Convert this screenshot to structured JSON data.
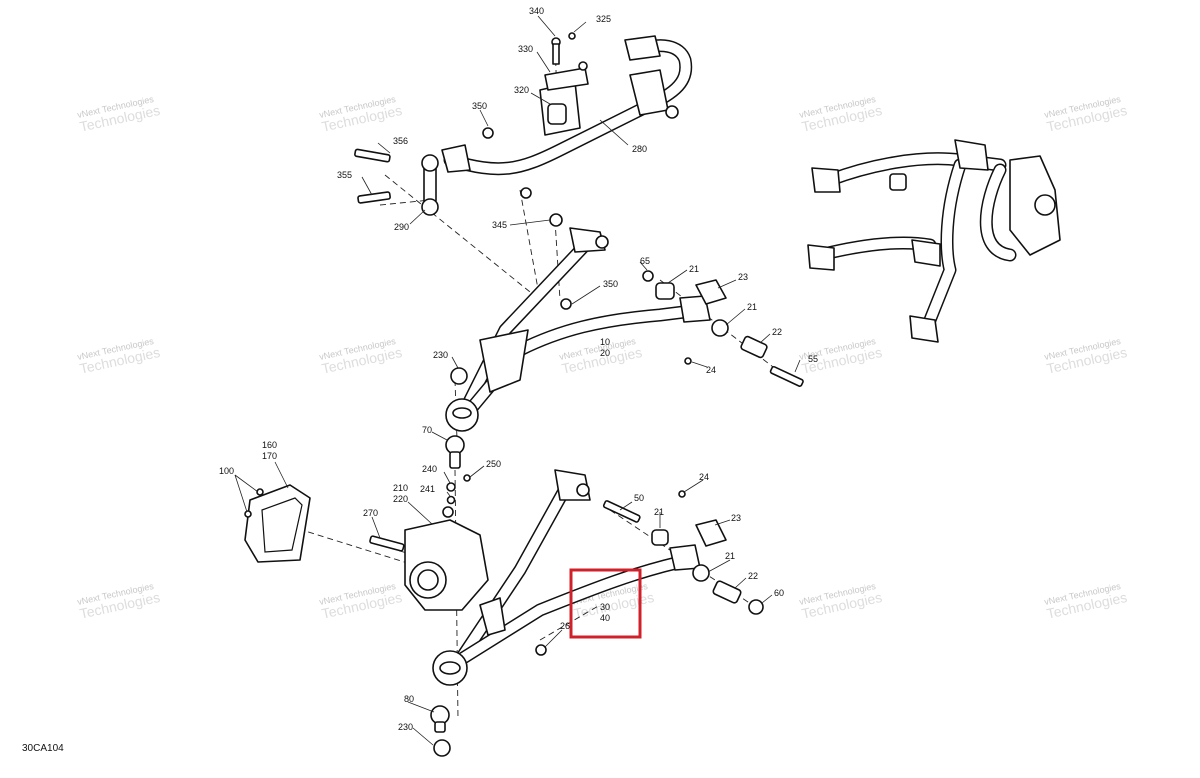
{
  "diagram_ref": "30CA104",
  "watermark": {
    "line1": "vNext Technologies",
    "line2": "Technologies"
  },
  "callouts": {
    "c340": "340",
    "c325": "325",
    "c330": "330",
    "c320": "320",
    "c350a": "350",
    "c356": "356",
    "c355": "355",
    "c290": "290",
    "c345": "345",
    "c280": "280",
    "c65": "65",
    "c21a": "21",
    "c23a": "23",
    "c350b": "350",
    "c21b": "21",
    "c22a": "22",
    "c10": "10",
    "c20": "20",
    "c55": "55",
    "c24a": "24",
    "c230a": "230",
    "c70": "70",
    "c240": "240",
    "c250": "250",
    "c241": "241",
    "c160": "160",
    "c170": "170",
    "c100": "100",
    "c210": "210",
    "c220": "220",
    "c270": "270",
    "c50": "50",
    "c24b": "24",
    "c21c": "21",
    "c23b": "23",
    "c21d": "21",
    "c22b": "22",
    "c60": "60",
    "c30": "30",
    "c40": "40",
    "c26": "26",
    "c80": "80",
    "c230b": "230"
  },
  "highlight": {
    "color": "#d0202a",
    "labels": [
      "30",
      "40"
    ]
  }
}
